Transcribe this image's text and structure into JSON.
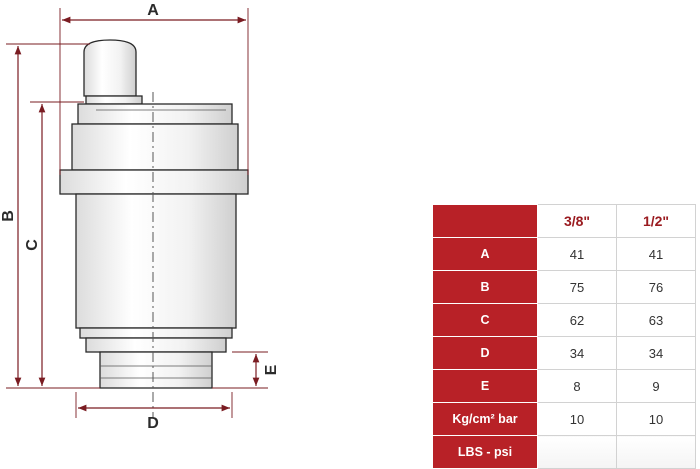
{
  "dimension_labels": {
    "a": "A",
    "b": "B",
    "c": "C",
    "d": "D",
    "e": "E"
  },
  "table": {
    "columns": [
      "3/8\"",
      "1/2\""
    ],
    "rows": [
      {
        "label": "A",
        "values": [
          "41",
          "41"
        ]
      },
      {
        "label": "B",
        "values": [
          "75",
          "76"
        ]
      },
      {
        "label": "C",
        "values": [
          "62",
          "63"
        ]
      },
      {
        "label": "D",
        "values": [
          "34",
          "34"
        ]
      },
      {
        "label": "E",
        "values": [
          "8",
          "9"
        ]
      },
      {
        "label": "Kg/cm² bar",
        "values": [
          "10",
          "10"
        ]
      },
      {
        "label": "LBS - psi",
        "values": [
          "",
          ""
        ]
      }
    ]
  },
  "colors": {
    "header_red": "#b82127",
    "column_header_bg": "#f6e2e3",
    "line": "#7a1c22"
  }
}
